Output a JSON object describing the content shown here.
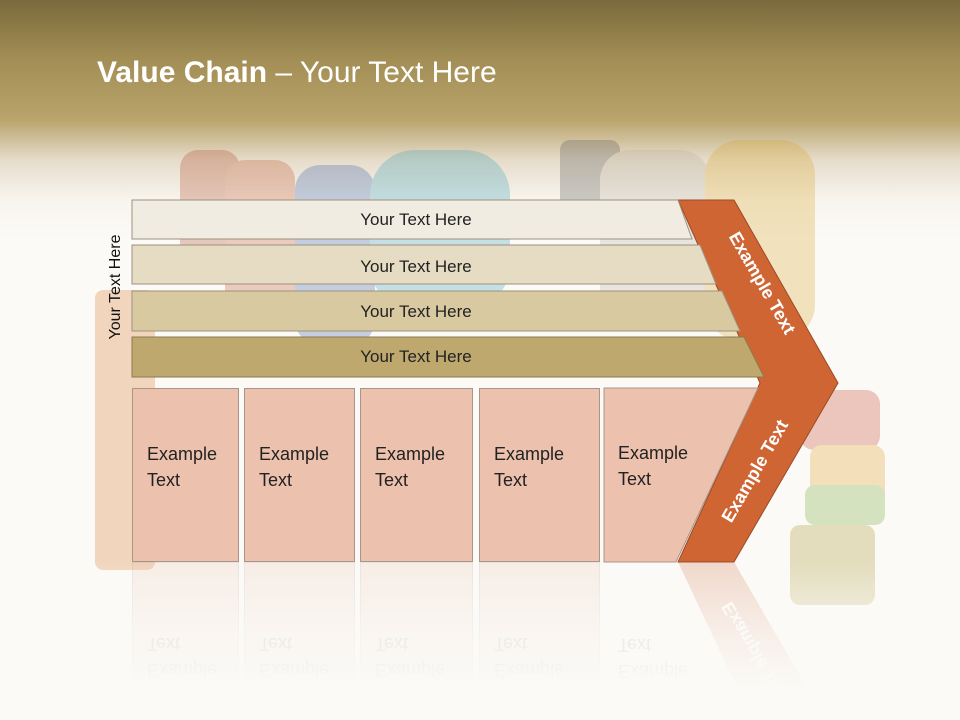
{
  "slide": {
    "title_bold": "Value Chain",
    "title_rest": " – Your Text Here",
    "vertical_label": "Your Text Here"
  },
  "bars": [
    {
      "label": "Your Text Here",
      "color": "#f0ece2"
    },
    {
      "label": "Your Text Here",
      "color": "#e6dbc3"
    },
    {
      "label": "Your Text Here",
      "color": "#d9c9a1"
    },
    {
      "label": "Your Text Here",
      "color": "#bfa86e"
    }
  ],
  "boxes": [
    {
      "label": "Example\nText"
    },
    {
      "label": "Example\nText"
    },
    {
      "label": "Example\nText"
    },
    {
      "label": "Example\nText"
    },
    {
      "label": "Example\nText"
    }
  ],
  "chevron": {
    "upper_label": "Example Text",
    "lower_label": "Example Text",
    "color": "#d06534",
    "text_color": "#ffffff"
  }
}
